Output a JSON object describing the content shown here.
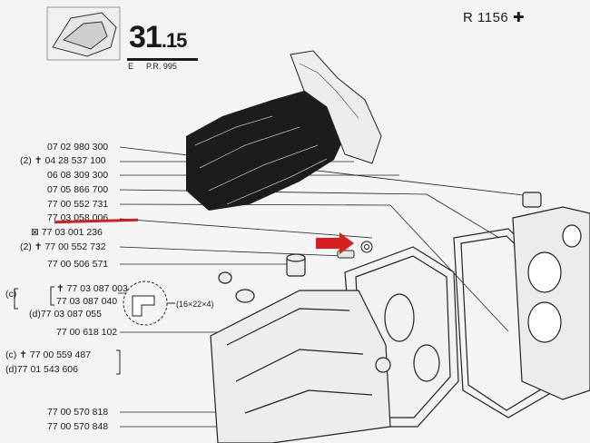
{
  "header": {
    "section_main": "31",
    "section_sub": ".15",
    "ref_letter": "E",
    "ref_code": "P.R. 995",
    "ref_number": "R 1156"
  },
  "parts": [
    {
      "id": "p1",
      "prefix": "",
      "number": "07 02 980 300"
    },
    {
      "id": "p2",
      "prefix": "(2) ✝",
      "number": "04 28 537 100"
    },
    {
      "id": "p3",
      "prefix": "",
      "number": "06 08 309 300"
    },
    {
      "id": "p4",
      "prefix": "",
      "number": "07 05 866 700"
    },
    {
      "id": "p5",
      "prefix": "",
      "number": "77 00 552 731"
    },
    {
      "id": "p6",
      "prefix": "",
      "number": "77 03 058 006"
    },
    {
      "id": "p7",
      "prefix": "⊠",
      "number": "77 03 001 236"
    },
    {
      "id": "p8",
      "prefix": "(2) ✝",
      "number": "77 00 552 732"
    },
    {
      "id": "p9",
      "prefix": "",
      "number": "77 00 506 571"
    }
  ],
  "group_c": {
    "c_label": "(c)",
    "c_number_1": "✝ 77 03 087 003",
    "c_number_2": "77 03 087 040",
    "d_label": "(d)",
    "d_number": "77 03 087 055",
    "seal_size": "(16×22×4)"
  },
  "part_10": "77 00 618 102",
  "group_c2": {
    "c_label": "(c)",
    "c_number": "✝ 77 00 559 487",
    "d_label": "(d)",
    "d_number": "77 01 543 606"
  },
  "bottom_parts": [
    "77 00 570 818",
    "77 00 570 848"
  ],
  "colors": {
    "highlight": "#d02020",
    "ink": "#1a1a1a",
    "paper": "#f3f4f3"
  }
}
